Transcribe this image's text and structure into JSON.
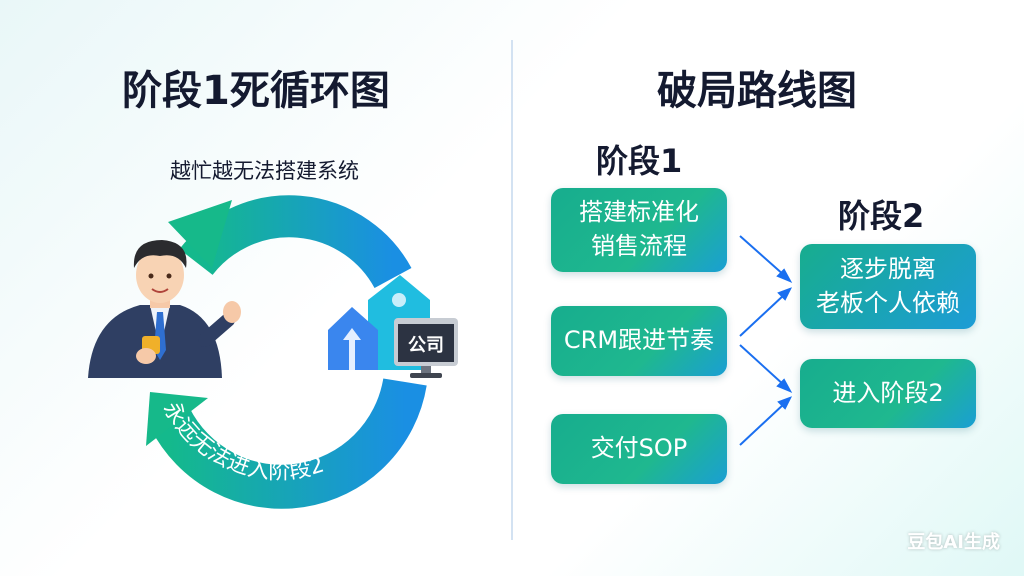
{
  "left": {
    "title": "阶段1死循环图",
    "top_label": "越忙越无法搭建系统",
    "bottom_label": "永远无法进入阶段2",
    "company_label": "公司"
  },
  "right": {
    "title": "破局路线图",
    "stage1_heading": "阶段1",
    "stage2_heading": "阶段2",
    "stage1_items": [
      "搭建标准化\n销售流程",
      "CRM跟进节奏",
      "交付SOP"
    ],
    "stage1_line1": "搭建标准化",
    "stage1_line2": "销售流程",
    "stage2_item1_line1": "逐步脱离",
    "stage2_item1_line2": "老板个人依赖",
    "stage2_item2": "进入阶段2"
  },
  "watermark": "豆包AI生成",
  "colors": {
    "green": "#17b38c",
    "blue": "#1b8fe0",
    "arrow": "#1a6ff0"
  }
}
